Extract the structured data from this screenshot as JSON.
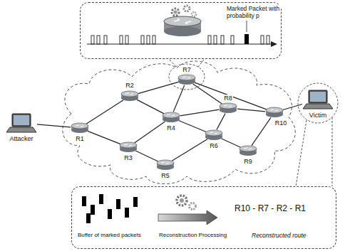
{
  "diagram": {
    "nodes": [
      {
        "text": [
          "Marked Packet with probability p"
        ]
      },
      {
        "text": [
          "Attacker"
        ]
      },
      {
        "text": [
          "R1"
        ]
      },
      {
        "text": [
          "R2"
        ]
      },
      {
        "text": [
          "R3"
        ]
      },
      {
        "text": [
          "R4"
        ]
      },
      {
        "text": [
          "R5"
        ]
      },
      {
        "text": [
          "R6"
        ]
      },
      {
        "text": [
          "R7"
        ]
      },
      {
        "text": [
          "R8"
        ]
      },
      {
        "text": [
          "R9"
        ]
      },
      {
        "text": [
          "R10"
        ]
      },
      {
        "text": [
          "Victim"
        ]
      },
      {
        "text": [
          "Buffer of marked packets",
          "Reconstruction Processing",
          "R10 - R7 - R2 - R1",
          "Reconstructed route"
        ]
      }
    ],
    "edges": [
      {
        "from": 1,
        "to": 2,
        "arrow": "none"
      },
      {
        "from": 2,
        "to": 3,
        "arrow": "none"
      },
      {
        "from": 2,
        "to": 4,
        "arrow": "none"
      },
      {
        "from": 3,
        "to": 5,
        "arrow": "none"
      },
      {
        "from": 3,
        "to": 8,
        "arrow": "none"
      },
      {
        "from": 4,
        "to": 5,
        "arrow": "none"
      },
      {
        "from": 4,
        "to": 6,
        "arrow": "none"
      },
      {
        "from": 5,
        "to": 8,
        "arrow": "none"
      },
      {
        "from": 5,
        "to": 9,
        "arrow": "none"
      },
      {
        "from": 5,
        "to": 7,
        "arrow": "none"
      },
      {
        "from": 6,
        "to": 7,
        "arrow": "none"
      },
      {
        "from": 7,
        "to": 9,
        "arrow": "none"
      },
      {
        "from": 7,
        "to": 10,
        "arrow": "none"
      },
      {
        "from": 8,
        "to": 9,
        "arrow": "none"
      },
      {
        "from": 8,
        "to": 11,
        "arrow": "none"
      },
      {
        "from": 9,
        "to": 11,
        "arrow": "none"
      },
      {
        "from": 10,
        "to": 11,
        "arrow": "none"
      },
      {
        "from": 11,
        "to": 12,
        "arrow": "none"
      }
    ]
  }
}
